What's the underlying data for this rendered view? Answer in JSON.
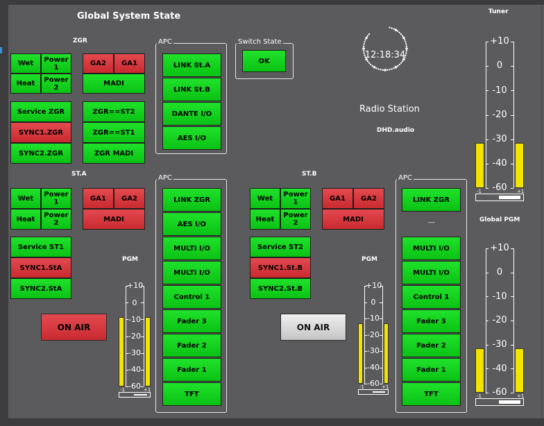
{
  "header": {
    "title": "Global System State"
  },
  "clock": {
    "time": "12:18:34"
  },
  "station": {
    "name": "Radio Station",
    "vendor": "DHD.audio"
  },
  "zgr": {
    "title": "ZGR",
    "wet": "Wet",
    "power1": "Power 1",
    "heat": "Heat",
    "power2": "Power 2",
    "ga2": "GA2",
    "ga1": "GA1",
    "madi": "MADI",
    "service": "Service ZGR",
    "sync1": "SYNC1.ZGR",
    "sync2": "SYNC2.ZGR",
    "zgr_st2": "ZGR==ST2",
    "zgr_st1": "ZGR==ST1",
    "zgr_madi": "ZGR MADI"
  },
  "apc_zgr": {
    "label": "APC",
    "items": [
      "LINK St.A",
      "LINK St.B",
      "DANTE I/O",
      "AES I/O"
    ]
  },
  "switch_state": {
    "label": "Switch State",
    "ok": "OK"
  },
  "sta": {
    "title": "ST.A",
    "wet": "Wet",
    "power1": "Power 1",
    "heat": "Heat",
    "power2": "Power 2",
    "ga1": "GA1",
    "ga2": "GA2",
    "madi": "MADI",
    "service": "Service ST1",
    "sync1": "SYNC1.StA",
    "sync2": "SYNC2.StA",
    "pgm": "PGM",
    "on_air": "ON AIR"
  },
  "apc_sta": {
    "label": "APC",
    "items": [
      "LINK ZGR",
      "AES I/O",
      "MULTI I/O",
      "MULTI I/O",
      "Control 1",
      "Fader 3",
      "Fader 2",
      "Fader 1",
      "TFT"
    ]
  },
  "stb": {
    "title": "ST.B",
    "wet": "Wet",
    "power1": "Power 1",
    "heat": "Heat",
    "power2": "Power 2",
    "ga1": "GA1",
    "ga2": "GA2",
    "madi": "MADI",
    "service": "Service ST2",
    "sync1": "SYNC1.St.B",
    "sync2": "SYNC2.St.B",
    "pgm": "PGM",
    "on_air": "ON AIR"
  },
  "apc_stb": {
    "label": "APC",
    "link": "LINK ZGR",
    "separator": "---",
    "items": [
      "MULTI I/O",
      "MULTI I/O",
      "Control 1",
      "Fader 3",
      "Fader 2",
      "Fader 1",
      "TFT"
    ]
  },
  "tuner": {
    "title": "Tuner",
    "level_left": 0.31,
    "level_right": 0.31
  },
  "global_pgm": {
    "title": "Global PGM",
    "level_left": 0.31,
    "level_right": 0.31
  },
  "meter_scale": {
    "ticks": [
      "+10",
      "0",
      "-10",
      "-20",
      "-30",
      "-40",
      "-60"
    ],
    "bal_left": "-1",
    "bal_right": "+1"
  },
  "colors": {
    "ok_green": "#12d01c",
    "alarm_red": "#d9363c",
    "meter_yellow": "#f2e400",
    "panel": "#5b5b5d"
  }
}
